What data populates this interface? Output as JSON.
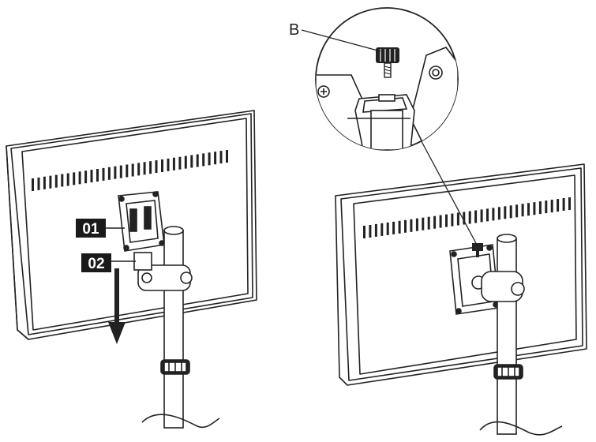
{
  "labels": {
    "step1": "01",
    "step2": "02",
    "part_b": "B"
  },
  "colors": {
    "line": "#222222",
    "label_bg": "#1a1a1a",
    "label_text": "#ffffff",
    "fill": "#ffffff"
  },
  "icons": {
    "direction": "arrow-down-icon",
    "screw": "thumb-screw-icon"
  }
}
